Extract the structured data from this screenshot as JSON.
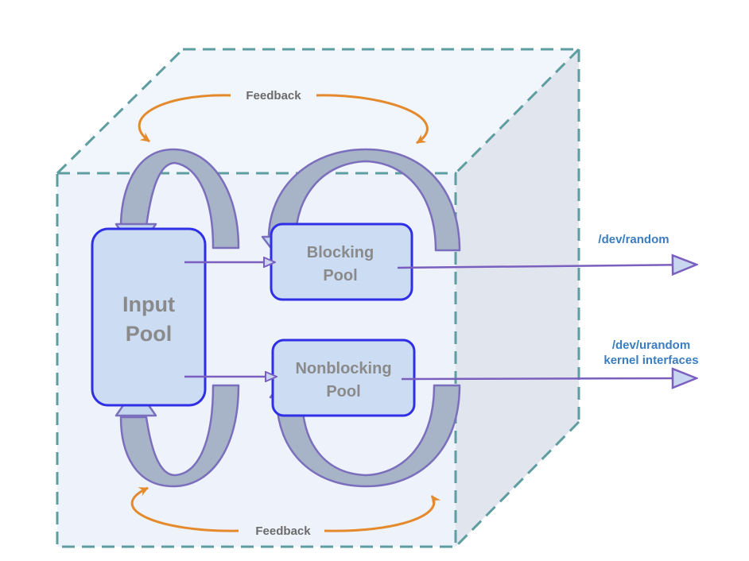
{
  "labels": {
    "feedback_top": "Feedback",
    "feedback_bottom": "Feedback",
    "input_pool_line1": "Input",
    "input_pool_line2": "Pool",
    "blocking_pool_line1": "Blocking",
    "blocking_pool_line2": "Pool",
    "nonblocking_pool_line1": "Nonblocking",
    "nonblocking_pool_line2": "Pool",
    "dev_random": "/dev/random",
    "dev_urandom_line1": "/dev/urandom",
    "dev_urandom_line2": "kernel interfaces"
  },
  "colors": {
    "cube_edge": "#5f9ea0",
    "cube_front": "#eef3fb",
    "cube_side": "#e1e6ee",
    "pool_fill": "#cbdcf3",
    "pool_stroke": "#2f2fe6",
    "pool_text": "#8a8a8a",
    "loop_light": "#c3d6ee",
    "loop_dark": "#a7b3c6",
    "loop_stroke": "#7b6fbd",
    "connector": "#7b5fbf",
    "feedback": "#e48a2c",
    "output_text": "#3a7dc0",
    "feedback_text": "#6b6b6b"
  }
}
